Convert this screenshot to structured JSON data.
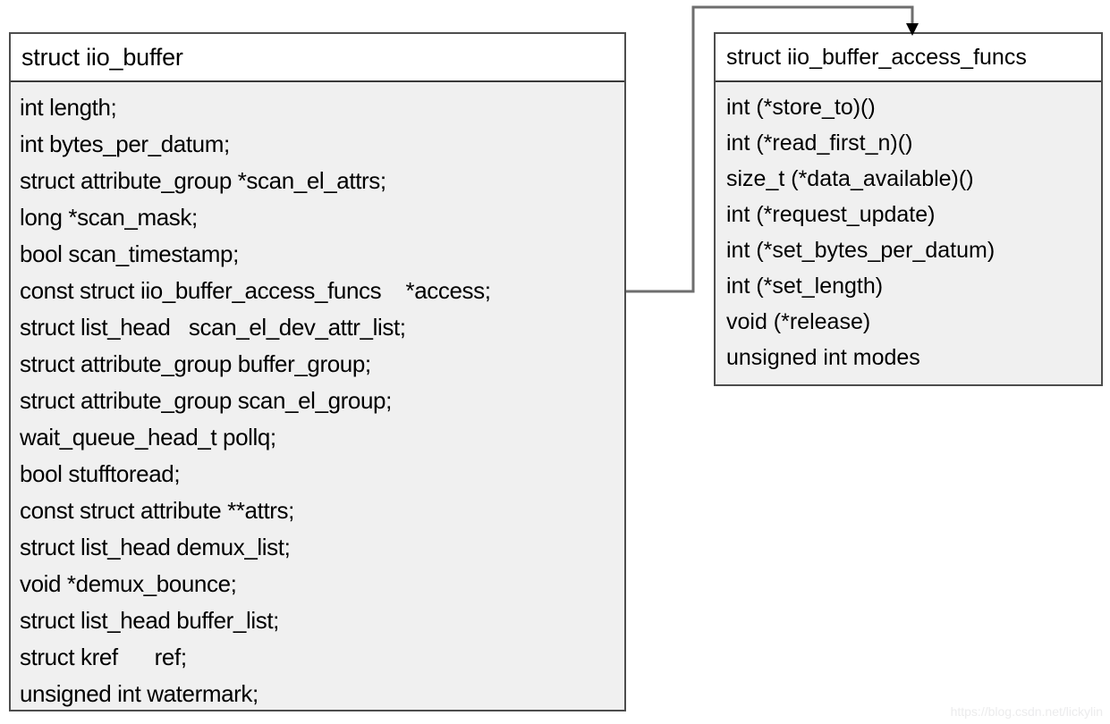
{
  "diagram": {
    "title": "iio_buffer struct relationship diagram",
    "colors": {
      "box_border": "#4d4d4d",
      "header_bg": "#ffffff",
      "body_bg": "#f0f0f0",
      "connector": "#6e6e6e",
      "arrow_head": "#000000",
      "text": "#000000",
      "watermark": "#ececed"
    }
  },
  "boxes": {
    "iio_buffer": {
      "title": "struct iio_buffer",
      "fields": [
        "int length;",
        "int bytes_per_datum;",
        "struct attribute_group *scan_el_attrs;",
        "long *scan_mask;",
        "bool scan_timestamp;",
        "const struct iio_buffer_access_funcs    *access;",
        "struct list_head   scan_el_dev_attr_list;",
        "struct attribute_group buffer_group;",
        "struct attribute_group scan_el_group;",
        "wait_queue_head_t pollq;",
        "bool stufftoread;",
        "const struct attribute **attrs;",
        "struct list_head demux_list;",
        "void *demux_bounce;",
        "struct list_head buffer_list;",
        "struct kref      ref;",
        "unsigned int watermark;"
      ]
    },
    "iio_buffer_access_funcs": {
      "title": "struct iio_buffer_access_funcs",
      "fields": [
        "int (*store_to)()",
        "int (*read_first_n)()",
        "size_t (*data_available)()",
        "int (*request_update)",
        "int (*set_bytes_per_datum)",
        "int (*set_length)",
        "void (*release)",
        "unsigned int modes"
      ]
    }
  },
  "connector": {
    "from": "iio_buffer.access",
    "to": "iio_buffer_access_funcs",
    "style": "orthogonal-arrow"
  },
  "watermark": {
    "text": "https://blog.csdn.net/lickylin"
  }
}
